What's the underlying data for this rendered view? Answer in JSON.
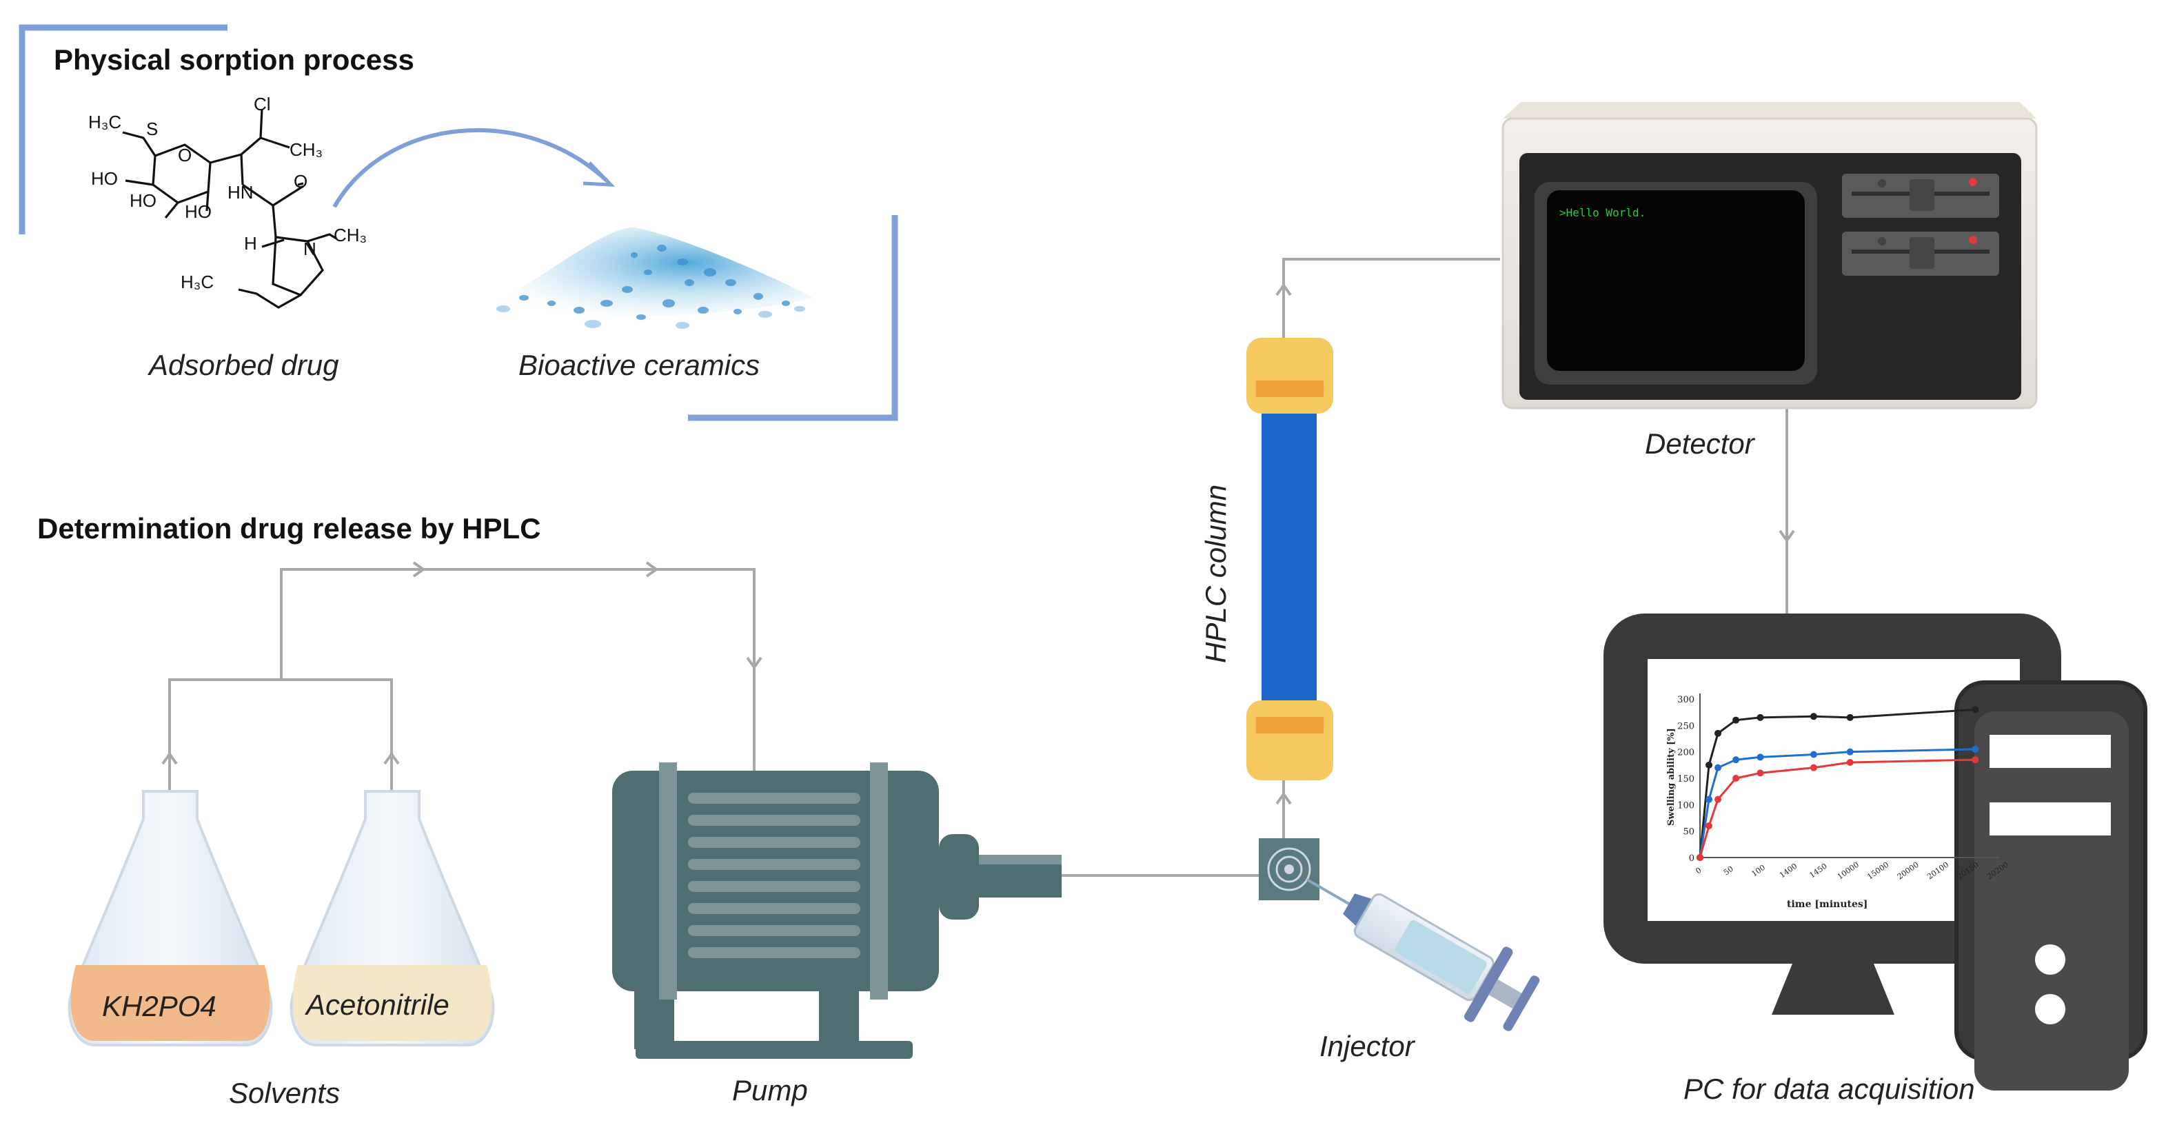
{
  "sections": {
    "sorption_title": "Physical sorption process",
    "hplc_title": "Determination drug release by HPLC"
  },
  "molecule": {
    "atoms": {
      "h3c_s": "H₃C",
      "s": "S",
      "cl": "Cl",
      "ch3_top": "CH₃",
      "o_ring": "O",
      "ho1": "HO",
      "ho2": "HO",
      "ho3": "HO",
      "hn": "HN",
      "o_carbonyl": "O",
      "n": "N",
      "ch3_n": "CH₃",
      "h": "H",
      "h3c_bottom": "H₃C"
    }
  },
  "labels": {
    "adsorbed_drug": "Adsorbed drug",
    "bioactive_ceramics": "Bioactive ceramics",
    "detector": "Detector",
    "hplc_column": "HPLC column",
    "injector": "Injector",
    "pump": "Pump",
    "solvents": "Solvents",
    "pc": "PC for data acquisition",
    "kh2po4": "KH2PO4",
    "acetonitrile": "Acetonitrile"
  },
  "detector_screen": {
    "text": ">Hello World."
  },
  "colors": {
    "accent_blue": "#7f9fd8",
    "pipe": "#a8a8a8",
    "column_blue": "#1b66c9",
    "column_yellow": "#f5c95f",
    "pump_teal": "#4e6e72",
    "kh2po4_fill": "#f2b98b",
    "acetonitrile_fill": "#f6e6c8",
    "monitor": "#3a3a3a"
  },
  "chart_data": {
    "type": "line",
    "ylabel": "Swelling ability [%]",
    "xlabel": "time [minutes]",
    "ylim": [
      0,
      300
    ],
    "y_ticks": [
      "0",
      "50",
      "100",
      "150",
      "200",
      "250",
      "300"
    ],
    "x_ticks": [
      "0",
      "50",
      "100",
      "1400",
      "1450",
      "10000",
      "15000",
      "20000",
      "20100",
      "20150",
      "20200"
    ],
    "series": [
      {
        "color": "#222222",
        "x": [
          0,
          15,
          30,
          60,
          120,
          1440,
          10080,
          20160
        ],
        "values": [
          0,
          175,
          235,
          260,
          265,
          267,
          265,
          280
        ]
      },
      {
        "color": "#1f6fd1",
        "x": [
          0,
          15,
          30,
          60,
          120,
          1440,
          10080,
          20160
        ],
        "values": [
          0,
          110,
          170,
          185,
          190,
          195,
          200,
          205
        ]
      },
      {
        "color": "#e8373a",
        "x": [
          0,
          15,
          30,
          60,
          120,
          1440,
          10080,
          20160
        ],
        "values": [
          0,
          60,
          110,
          150,
          160,
          170,
          180,
          185
        ]
      }
    ]
  }
}
